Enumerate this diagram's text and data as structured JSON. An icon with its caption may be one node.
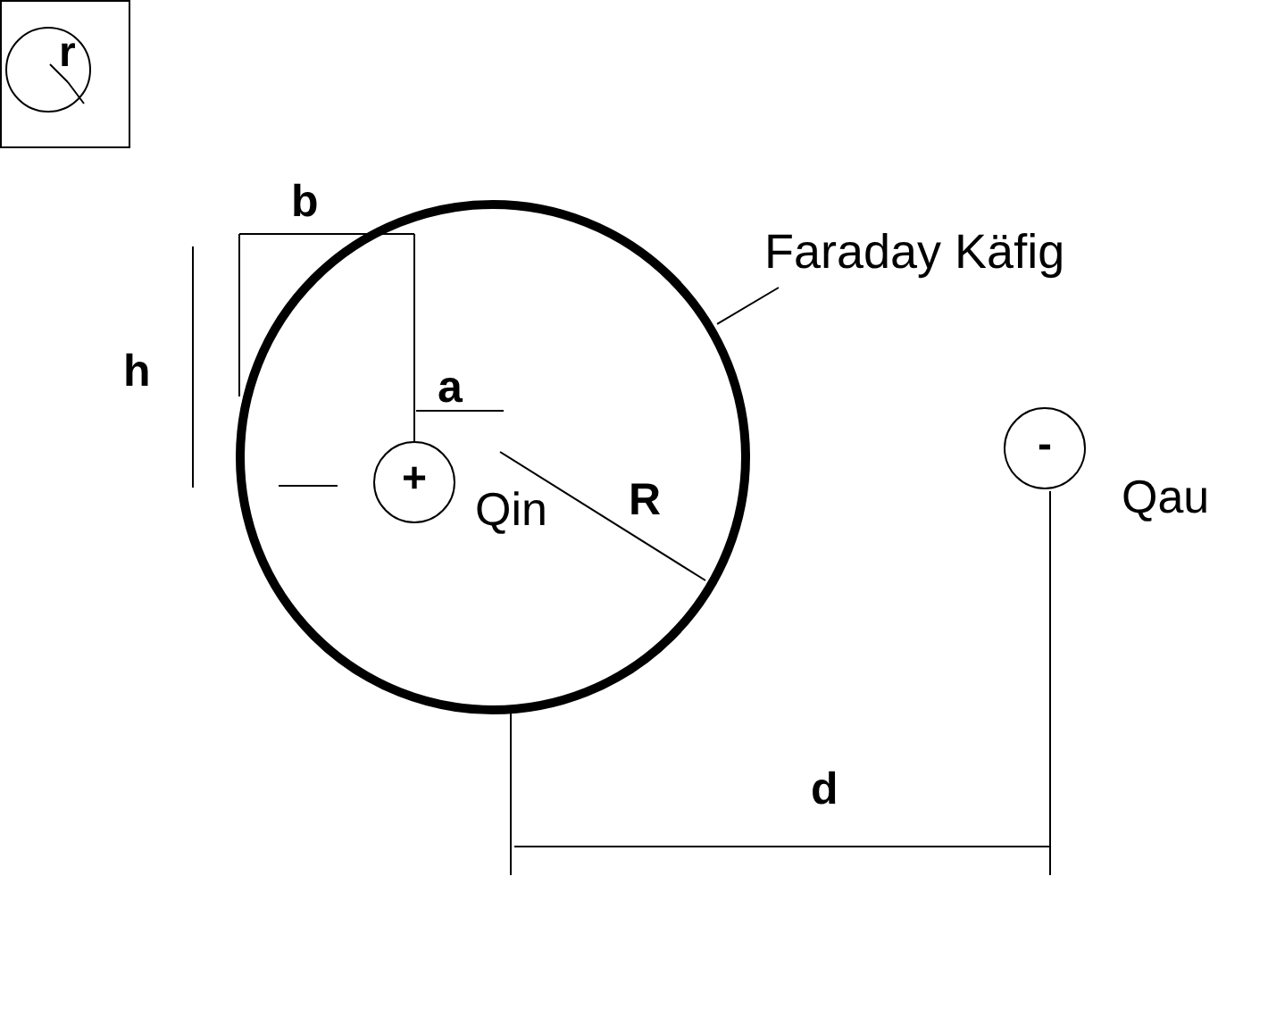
{
  "diagram": {
    "nodes": [
      {
        "text": [
          "Faraday Käfig"
        ]
      },
      {
        "text": [],
        "shape": "circle"
      },
      {
        "text": [
          "+"
        ],
        "beside": [
          "Qin"
        ],
        "in": 1
      },
      {
        "text": [
          "-"
        ],
        "beside": [
          "Qau"
        ]
      },
      {
        "text": [],
        "shape": "box"
      },
      {
        "text": [
          "r"
        ],
        "in": 4
      }
    ],
    "edges": [
      {
        "from": 0,
        "to": 1,
        "arrow": "none"
      }
    ],
    "labels": [
      "b",
      "h",
      "a",
      "R",
      "d"
    ]
  }
}
